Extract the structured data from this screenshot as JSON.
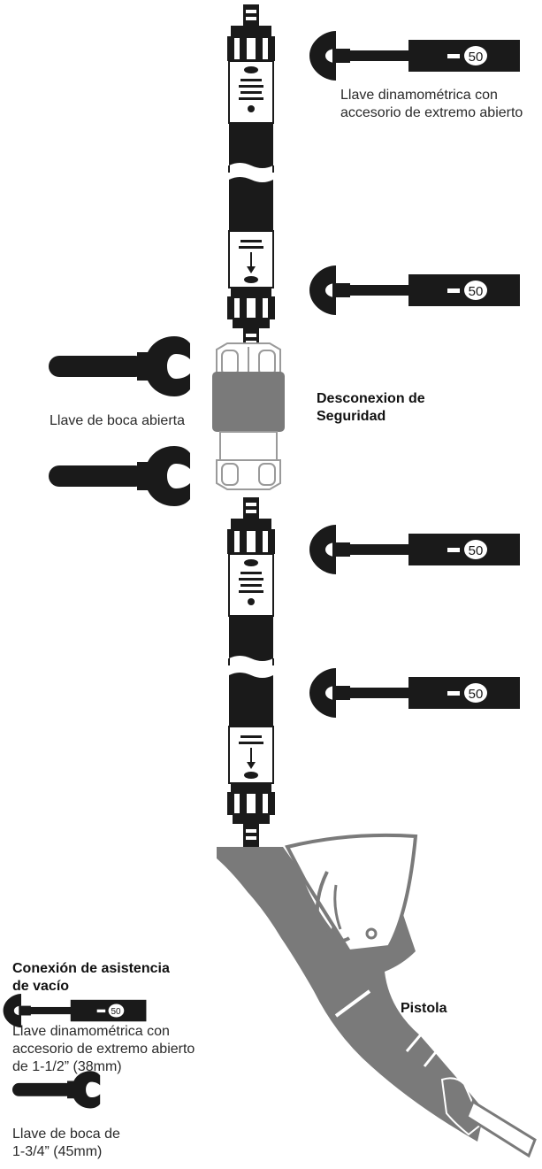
{
  "labels": {
    "torque_wrench_top": "Llave dinamométrica con\naccesorio de extremo abierto",
    "open_wrench": "Llave de boca abierta",
    "breakaway": "Desconexion de\nSeguridad",
    "vacuum_assist": "Conexión de asistencia\nde vacío",
    "torque_wrench_bottom": "Llave dinamométrica con\naccesorio de extremo abierto\nde 1-1/2” (38mm)",
    "open_wrench_bottom": "Llave de boca de\n1-3/4” (45mm)",
    "nozzle": "Pistola"
  },
  "torque_value": "50",
  "icons": [
    "torque-wrench-icon",
    "open-end-wrench-icon",
    "filter-cartridge-icon",
    "breakaway-coupling-icon",
    "fuel-nozzle-icon"
  ],
  "colors": {
    "black": "#1a1a1a",
    "gray": "#7a7a7a",
    "light_gray": "#9a9a9a",
    "white": "#ffffff"
  }
}
